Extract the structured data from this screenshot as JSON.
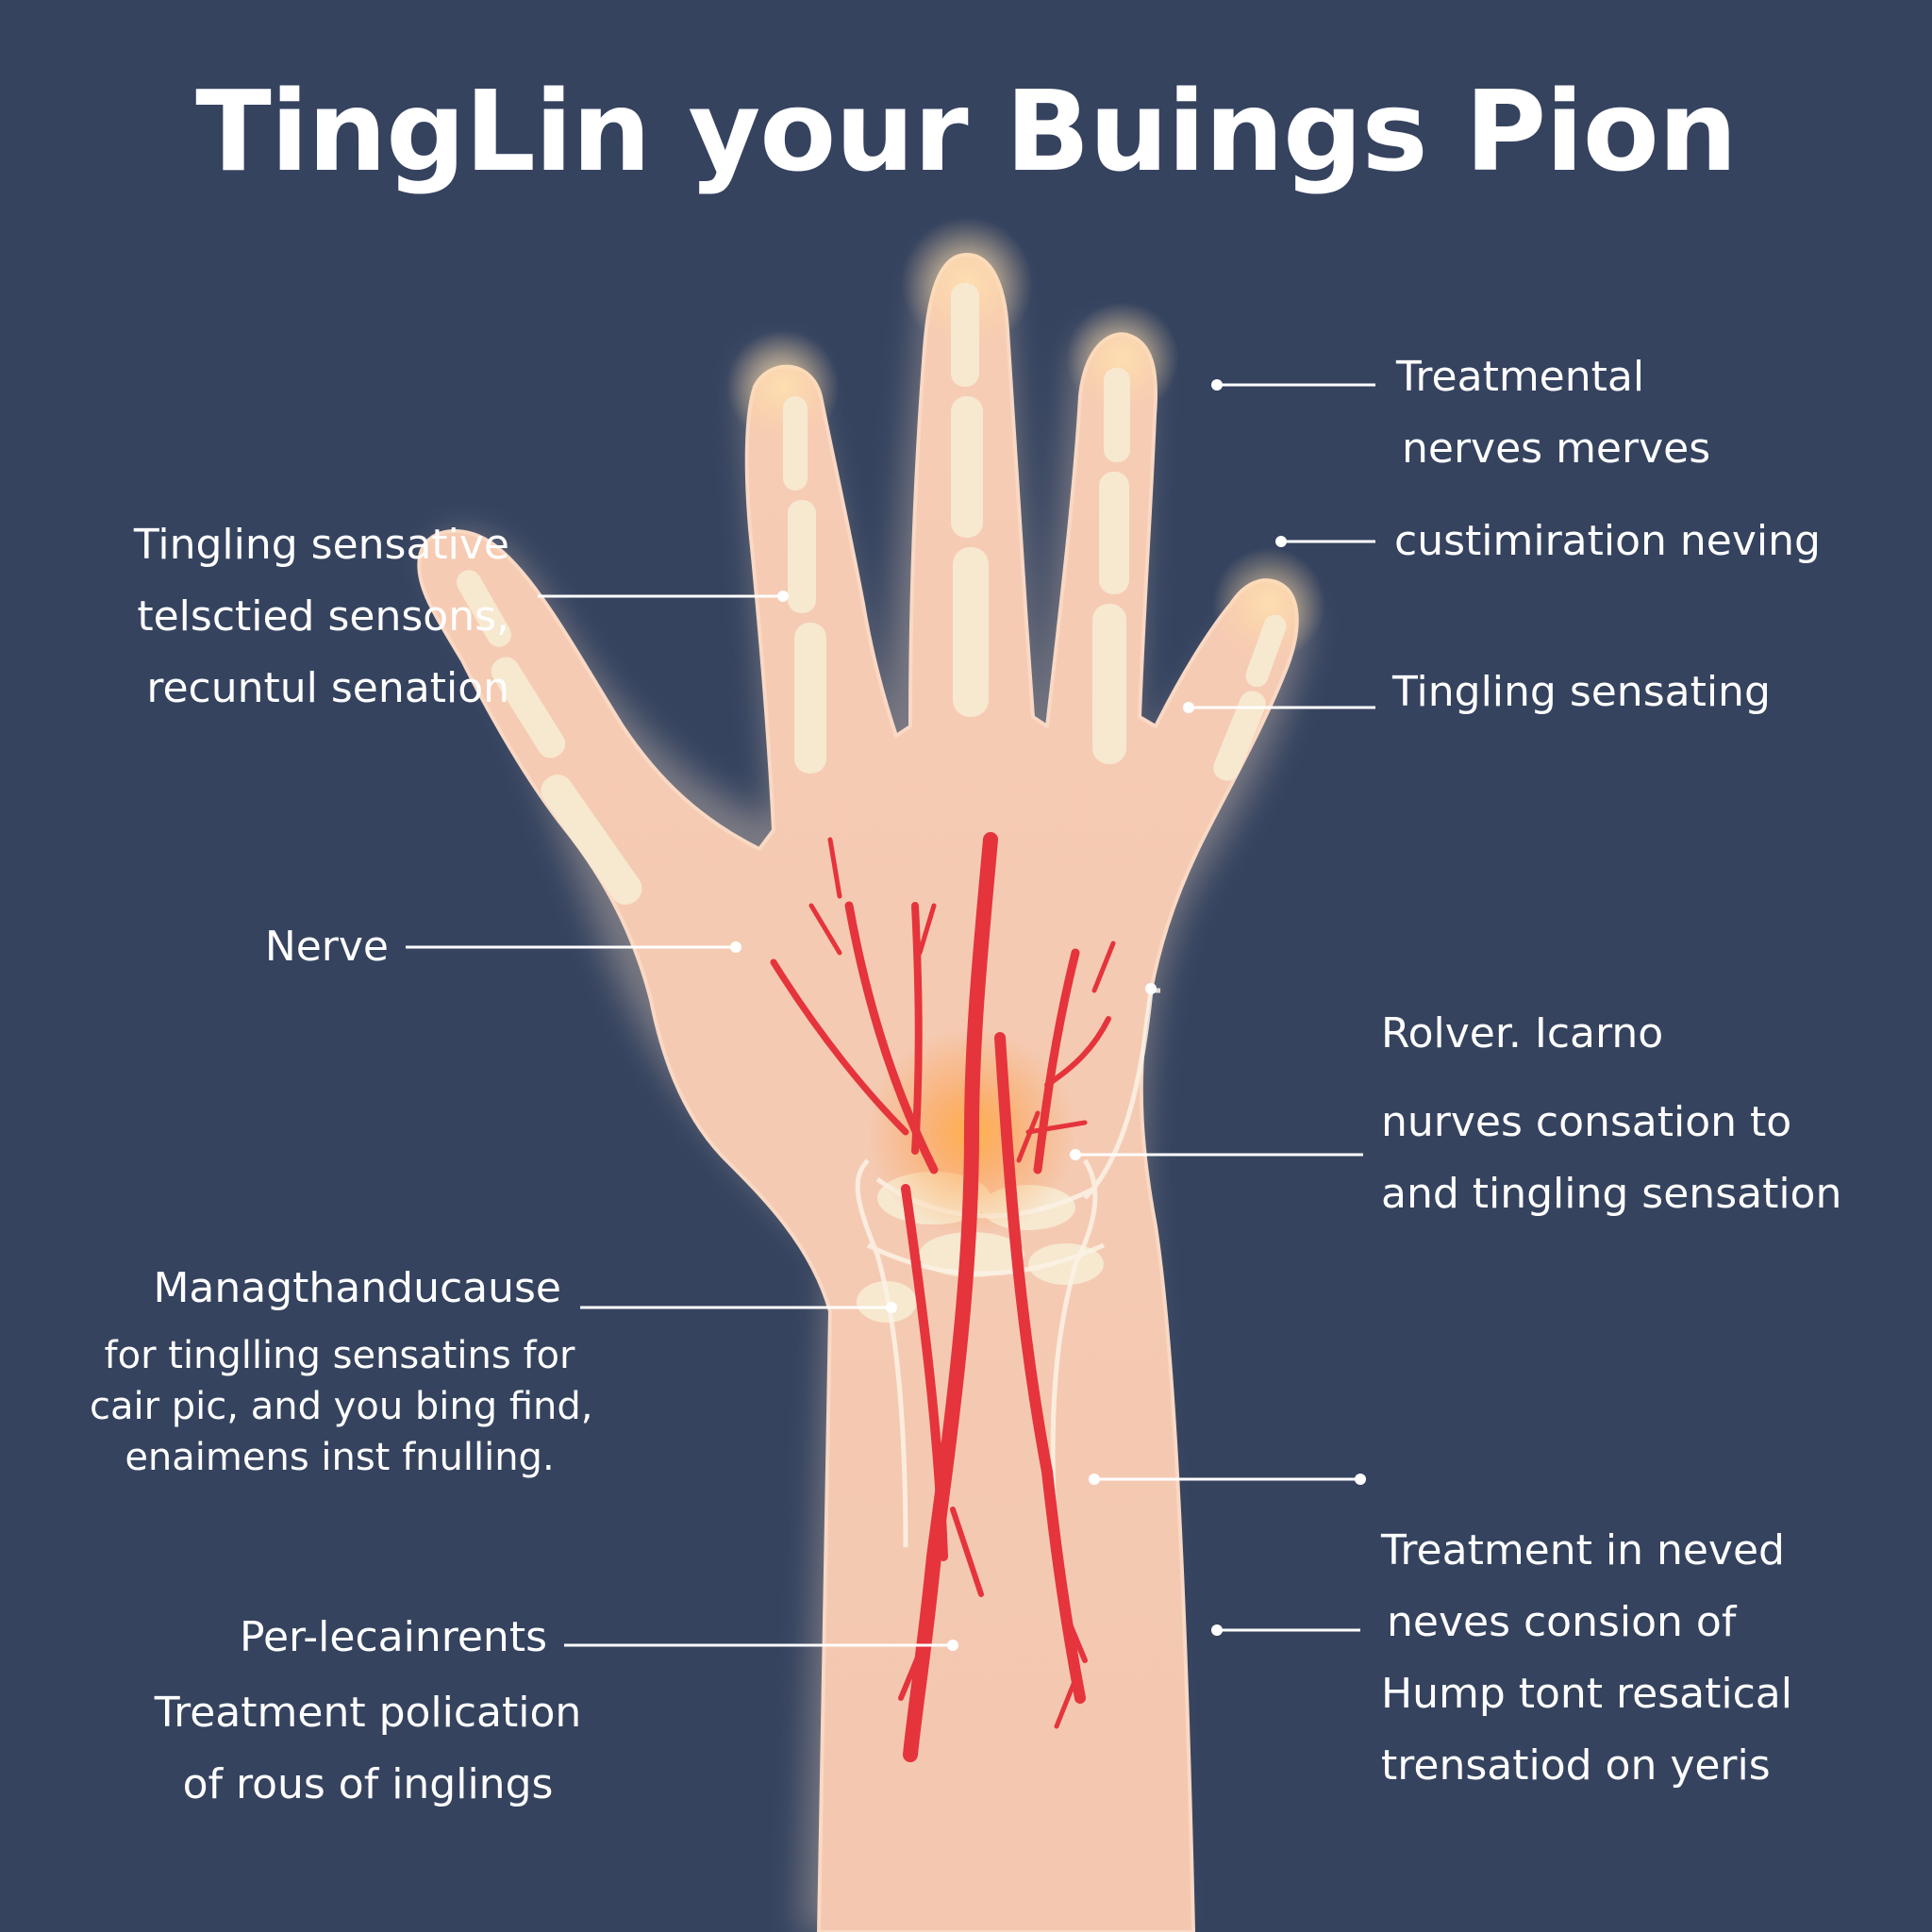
{
  "title": "TingLin your Buings Pion",
  "labels": {
    "left_top": [
      "Tingling sensative",
      "telsctied sensons,",
      "recuntul senation"
    ],
    "left_nerve": "Nerve",
    "left_mid_heading": "Managthanducause",
    "left_mid_body": [
      "for tinglling sensatins for",
      "cair pic, and you bing find,",
      "enaimens inst fnulling."
    ],
    "left_bottom_heading": "Per-lecainrents",
    "left_bottom_body": [
      "Treatment polication",
      "of rous of inglings"
    ],
    "right_top": [
      "Treatmental",
      "nerves merves"
    ],
    "right_custom": "custimiration neving",
    "right_tingling": "Tingling sensating",
    "right_mid_heading": "Rolver. Icarno",
    "right_mid_body": [
      "nurves consation to",
      "and tingling sensation"
    ],
    "right_bottom": [
      "Treatment in neved",
      "neves consion of",
      "Hump tont resatical",
      "trensatiod on yeris"
    ]
  },
  "colors": {
    "background": "#35435f",
    "skin": "#f2c4ac",
    "bone": "#f7ebd3",
    "artery": "#e5343c",
    "glow": "#ffb14a",
    "leader": "#ffffff"
  }
}
